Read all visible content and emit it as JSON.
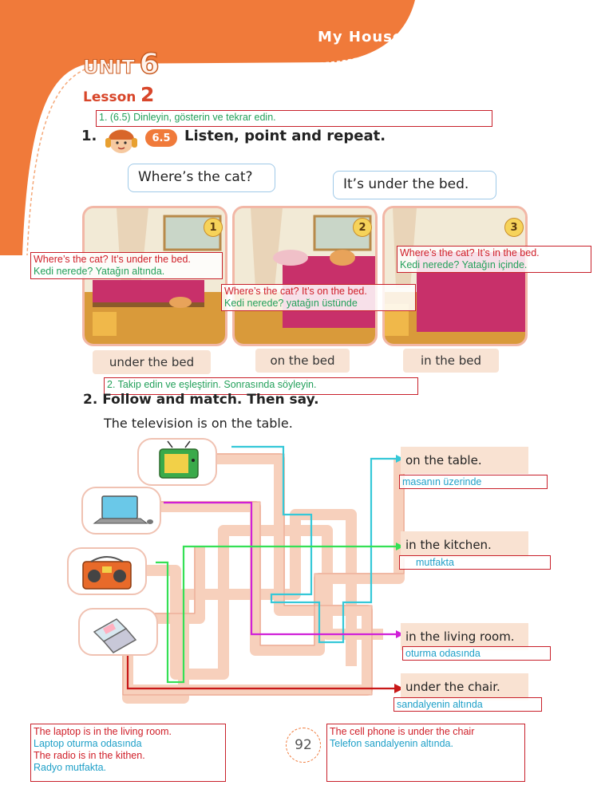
{
  "header": {
    "title": "My House",
    "unit_label": "UNIT",
    "unit_number": "6",
    "lesson_label": "Lesson",
    "lesson_number": "2"
  },
  "exercise1": {
    "translation": "1. (6.5) Dinleyin, gösterin ve tekrar edin.",
    "number": "1.",
    "track": "6.5",
    "instruction": "Listen, point and repeat.",
    "bubble_question": "Where’s the cat?",
    "bubble_answer": "It’s under the bed.",
    "pictures": [
      {
        "num": "1",
        "caption": "under the bed",
        "note_en": "Where’s the cat? It’s under the bed.",
        "note_tr": "Kedi nerede? Yatağın altında."
      },
      {
        "num": "2",
        "caption": "on the bed",
        "note_en": "Where’s the cat? It’s on the bed.",
        "note_tr": "Kedi nerede? yatağın üstünde"
      },
      {
        "num": "3",
        "caption": "in the bed",
        "note_en": "Where’s the cat? It’s in the bed.",
        "note_tr": "Kedi nerede? Yatağın içinde."
      }
    ]
  },
  "exercise2": {
    "translation": "2. Takip edin ve eşleştirin. Sonrasında söyleyin.",
    "instruction": "2. Follow and match. Then say.",
    "example": "The television is on the table.",
    "targets": [
      {
        "label": "on the table.",
        "tr": "masanın üzerinde"
      },
      {
        "label": "in the kitchen.",
        "tr": "mutfakta"
      },
      {
        "label": "in the living room.",
        "tr": "oturma odasında"
      },
      {
        "label": "under the chair.",
        "tr": "sandalyenin altında"
      }
    ],
    "items": [
      "television-icon",
      "laptop-icon",
      "radio-icon",
      "cell-phone-icon"
    ],
    "colors": {
      "cyan": "#35c8d8",
      "green": "#35e055",
      "magenta": "#d020d8",
      "red": "#c81818"
    }
  },
  "footer": {
    "page_number": "92",
    "note_left": [
      "The laptop is in the living room.",
      "Laptop oturma odasında",
      "The radio is in the kithen.",
      "Radyo mutfakta."
    ],
    "note_right": [
      "The cell phone is under the chair",
      "Telefon sandalyenin altında."
    ]
  }
}
